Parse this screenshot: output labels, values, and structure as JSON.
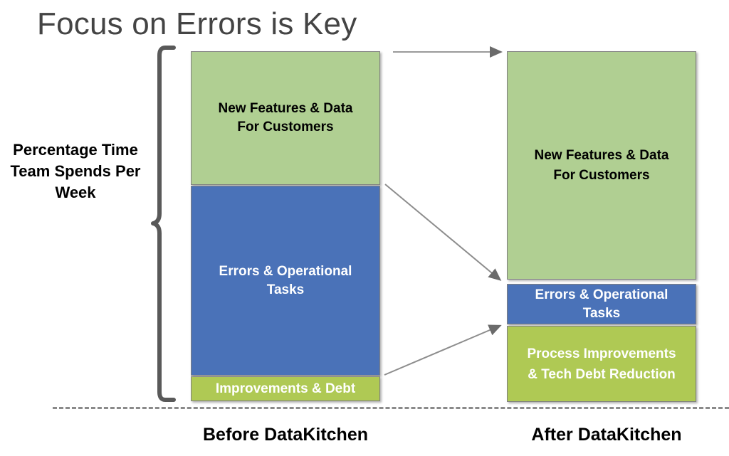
{
  "slide": {
    "title": "Focus on Errors is Key",
    "background_color": "#FFFFFF",
    "title_color": "#444444"
  },
  "axis": {
    "label": "Percentage\nTime Team\nSpends Per\nWeek",
    "brace_name": "left-curly-brace"
  },
  "colors": {
    "green": "#B0CF92",
    "blue": "#4A72B8",
    "olive": "#AFC954",
    "block_border": "#808080",
    "arrow": "#7F7F7F",
    "divider": "#8A8A8A"
  },
  "columns": [
    {
      "id": "before",
      "caption": "Before DataKitchen",
      "blocks": [
        {
          "id": "new-features",
          "label": "New Features & Data\nFor Customers",
          "color": "#B0CF92",
          "text_color": "#000000",
          "share_percent": 38
        },
        {
          "id": "errors-operational",
          "label": "Errors & Operational\nTasks",
          "color": "#4A72B8",
          "text_color": "#FFFFFF",
          "share_percent": 55
        },
        {
          "id": "improvements-debt",
          "label": "Improvements & Debt",
          "color": "#AFC954",
          "text_color": "#FFFFFF",
          "share_percent": 7
        }
      ]
    },
    {
      "id": "after",
      "caption": "After DataKitchen",
      "blocks": [
        {
          "id": "new-features",
          "label": "New Features & Data\nFor Customers",
          "color": "#B0CF92",
          "text_color": "#000000",
          "share_percent": 65
        },
        {
          "id": "errors-operational",
          "label": "Errors & Operational\nTasks",
          "color": "#4A72B8",
          "text_color": "#FFFFFF",
          "share_percent": 12
        },
        {
          "id": "process-improvements",
          "label": "Process Improvements\n& Tech Debt Reduction",
          "color": "#AFC954",
          "text_color": "#FFFFFF",
          "share_percent": 23
        }
      ]
    }
  ],
  "arrows": [
    {
      "id": "green-to-green",
      "from": "before.new-features",
      "to": "after.new-features"
    },
    {
      "id": "blue-to-blue",
      "from": "before.errors-operational",
      "to": "after.errors-operational"
    },
    {
      "id": "olive-to-olive",
      "from": "before.improvements-debt",
      "to": "after.process-improvements"
    }
  ],
  "divider": {
    "style": "dashed",
    "color": "#8A8A8A"
  },
  "chart_data": {
    "type": "bar",
    "title": "Focus on Errors is Key",
    "ylabel": "Percentage Time Team Spends Per Week",
    "xlabel": "",
    "categories": [
      "Before DataKitchen",
      "After DataKitchen"
    ],
    "stacked": true,
    "ylim": [
      0,
      100
    ],
    "grid": false,
    "legend": "none",
    "series": [
      {
        "name": "New Features & Data For Customers",
        "values": [
          38,
          65
        ],
        "color": "#B0CF92"
      },
      {
        "name": "Errors & Operational Tasks",
        "values": [
          55,
          12
        ],
        "color": "#4A72B8"
      },
      {
        "name": "Improvements & Debt / Process Improvements & Tech Debt Reduction",
        "values": [
          7,
          23
        ],
        "color": "#AFC954"
      }
    ],
    "annotations": [
      "Arrow: New Features block grows from Before to After",
      "Arrow: Errors & Operational Tasks block shrinks from Before to After",
      "Arrow: Improvements & Debt block grows into Process Improvements & Tech Debt Reduction"
    ]
  }
}
